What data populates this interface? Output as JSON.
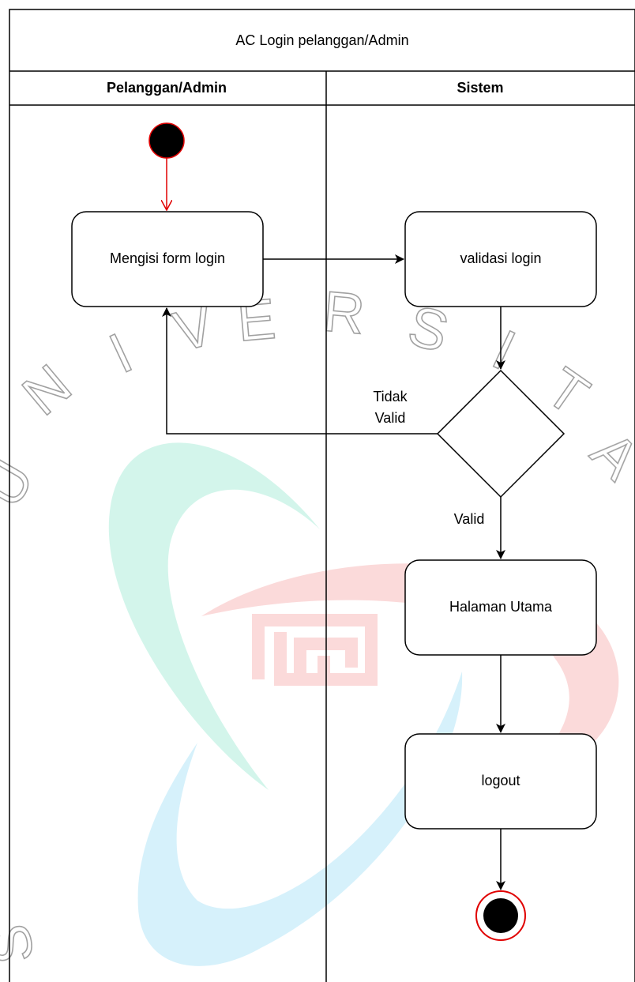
{
  "diagram": {
    "title": "AC Login pelanggan/Admin",
    "lanes": [
      {
        "label": "Pelanggan/Admin"
      },
      {
        "label": "Sistem"
      }
    ],
    "activities": {
      "fill_form": "Mengisi form login",
      "validate": "validasi login",
      "home": "Halaman Utama",
      "logout": "logout"
    },
    "decision": {
      "invalid_label_line1": "Tidak",
      "invalid_label_line2": "Valid",
      "valid_label": "Valid"
    },
    "nodes": {
      "start": "initial-node",
      "end": "final-node"
    }
  },
  "watermark": {
    "letters": [
      "N",
      "I",
      "V",
      "E",
      "R",
      "S",
      "I",
      "T",
      "A",
      "U",
      "S"
    ],
    "colors": {
      "teal": "#4dd9b0",
      "blue": "#5cc8f0",
      "red": "#f06a6a",
      "letters": "#333333"
    }
  },
  "colors": {
    "line": "#000000",
    "start_arrow": "#e00000",
    "node_outline": "#e00000",
    "node_fill": "#000000"
  }
}
